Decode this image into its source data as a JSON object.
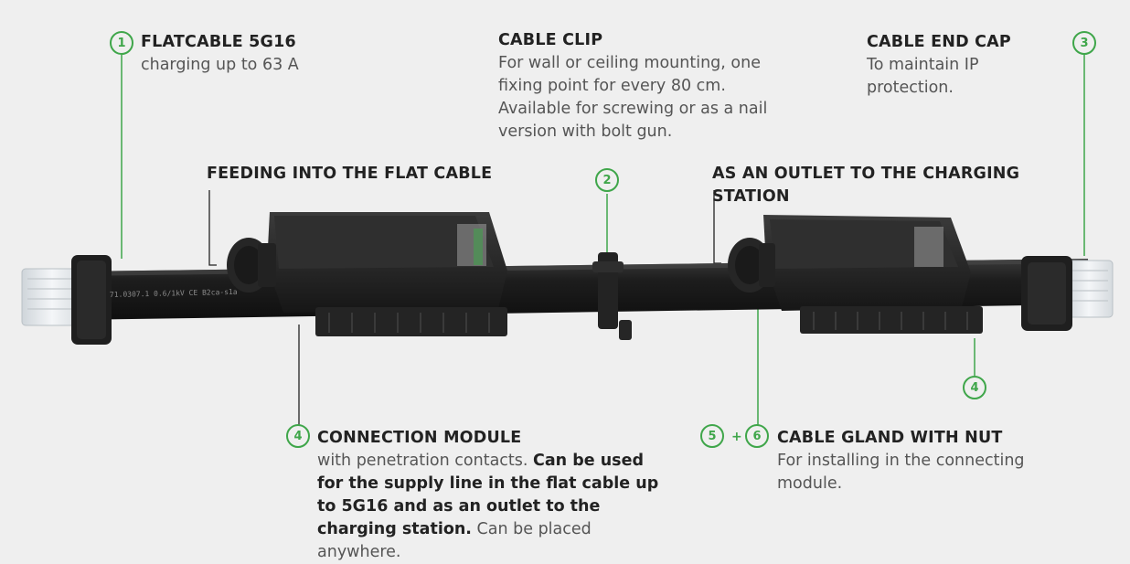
{
  "callouts": {
    "flatcable": {
      "number": "1",
      "title": "FLATCABLE 5G16",
      "desc": "charging up to 63 A"
    },
    "cable_clip": {
      "number": "2",
      "title": "CABLE CLIP",
      "desc": "For wall or ceiling mounting, one fixing point for every 80 cm. Available for screwing or as a nail version with bolt gun."
    },
    "end_cap": {
      "number": "3",
      "title": "CABLE END CAP",
      "desc": "To maintain IP protection."
    },
    "feeding": {
      "title": "FEEDING INTO THE FLAT CABLE"
    },
    "outlet": {
      "title": "AS AN OUTLET TO THE CHARGING STATION"
    },
    "connection_module": {
      "number": "4",
      "number_right": "4",
      "title": "CONNECTION MODULE",
      "desc_start": "with penetration contacts. ",
      "desc_bold": "Can be used for the supply line in the flat cable up to 5G16 and as an outlet to the charging station.",
      "desc_end": " Can be placed anywhere."
    },
    "cable_gland": {
      "number_a": "5",
      "plus": "+",
      "number_b": "6",
      "title": "CABLE GLAND WITH NUT",
      "desc": "For installing in the connecting module."
    }
  },
  "cable_print": "71.0307.1 0.6/1kV CE B2ca-s1a",
  "colors": {
    "accent": "#3fa64a",
    "background": "#efefef",
    "cable": "#1c1c1c",
    "connector": "#e8ecef"
  }
}
